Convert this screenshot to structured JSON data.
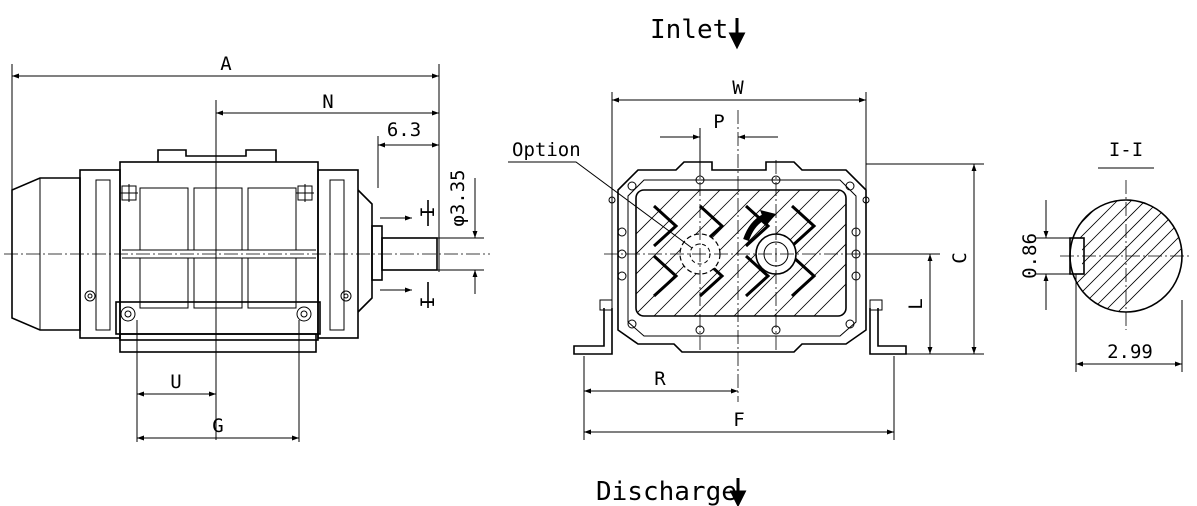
{
  "flow": {
    "inlet": "Inlet",
    "discharge": "Discharge"
  },
  "labels": {
    "option": "Option",
    "section": "I-I",
    "section_mark_top": "I",
    "section_mark_bottom": "I"
  },
  "dimensions": {
    "A": "A",
    "N": "N",
    "shaft_length": "6.3",
    "shaft_diameter": "φ3.35",
    "U": "U",
    "G": "G",
    "W": "W",
    "P": "P",
    "C": "C",
    "L": "L",
    "R": "R",
    "F": "F",
    "key_height": "0.86",
    "key_width": "2.99"
  }
}
